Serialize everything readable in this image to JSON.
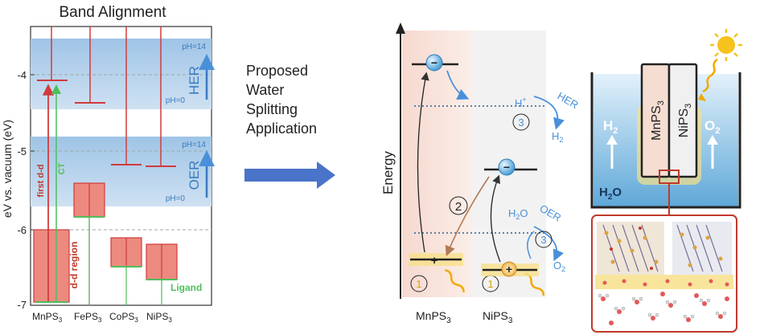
{
  "panel1": {
    "title": "Band Alignment",
    "ylabel": "eV vs. vacuum (eV)",
    "yticks": [
      "-4",
      "-5",
      "-6",
      "-7"
    ],
    "materials": [
      "MnPS",
      "FePS",
      "CoPS",
      "NiPS"
    ],
    "subscript": "3",
    "her": {
      "label": "HER",
      "ph_top": "pH=14",
      "ph_bottom": "pH=0"
    },
    "oer": {
      "label": "OER",
      "ph_top": "pH=14",
      "ph_bottom": "pH=0"
    },
    "annotations": {
      "first_dd": "first d-d",
      "ct": "CT",
      "dd_region": "d-d region",
      "ligand": "Ligand"
    }
  },
  "arrow_caption": {
    "line1": "Proposed",
    "line2": "Water",
    "line3": "Splitting",
    "line4": "Application"
  },
  "panel2": {
    "ylabel": "Energy",
    "electron": "−",
    "hole": "+",
    "step1": "1",
    "step2": "2",
    "step3": "3",
    "h_plus": "H",
    "plus_sup": "+",
    "her_label": "HER",
    "h2": "H",
    "h2o": "H",
    "o2": "O",
    "oer_label": "OER",
    "two": "2",
    "mnps": "MnPS",
    "nips": "NiPS",
    "sub3": "3"
  },
  "panel3": {
    "electrode1": "MnPS",
    "electrode2": "NiPS",
    "sub3": "3",
    "h2": "H",
    "o2": "O",
    "water": "H",
    "water_o": "O",
    "two": "2"
  }
}
